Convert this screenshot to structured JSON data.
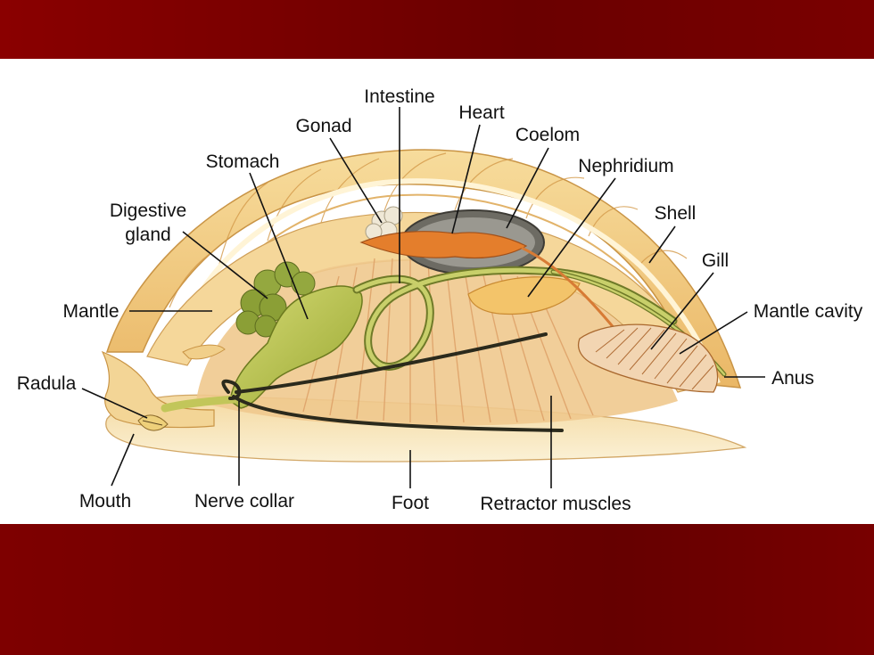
{
  "diagram": {
    "labels": {
      "intestine": "Intestine",
      "heart": "Heart",
      "gonad": "Gonad",
      "coelom": "Coelom",
      "stomach": "Stomach",
      "nephridium": "Nephridium",
      "digestive_gland_line1": "Digestive",
      "digestive_gland_line2": "gland",
      "shell": "Shell",
      "gill": "Gill",
      "mantle": "Mantle",
      "mantle_cavity": "Mantle cavity",
      "radula": "Radula",
      "anus": "Anus",
      "mouth": "Mouth",
      "nerve_collar": "Nerve collar",
      "foot": "Foot",
      "retractor_muscles": "Retractor muscles"
    },
    "colors": {
      "band": "#7a0000",
      "panel": "#ffffff",
      "shell": "#f3cf86",
      "shell_ridge": "#d9a24a",
      "foot": "#f7e6b6",
      "muscle": "#e8b27a",
      "gut": "#b9c246",
      "digestive_gland": "#8fa33a",
      "heart": "#e07a2a",
      "nerve": "#2b2b1e",
      "gill": "#e6a868"
    }
  }
}
